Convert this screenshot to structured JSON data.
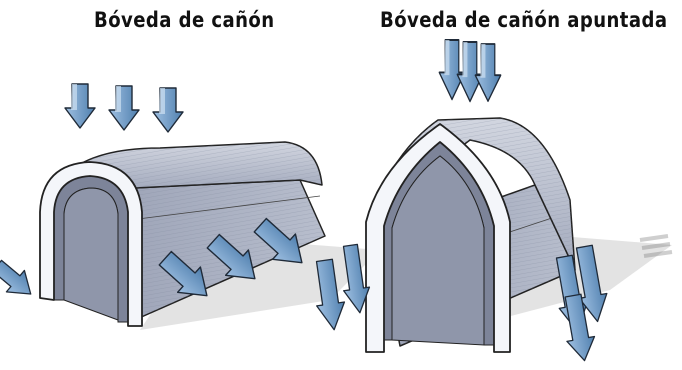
{
  "titles": {
    "left": "Bóveda de cañón",
    "right": "Bóveda de cañón apuntada"
  },
  "colors": {
    "vault_side": "#a9b0c2",
    "vault_top": "#bcc2d2",
    "vault_inner": "#8e95a8",
    "arch_face": "#f4f6fa",
    "arrow_fill": "#6f99c4",
    "arrow_light": "#a8c6e3",
    "shadow": "#d6d6d6",
    "outline": "#222222"
  },
  "icons": [
    "downward-load-arrow",
    "lateral-thrust-arrow"
  ]
}
